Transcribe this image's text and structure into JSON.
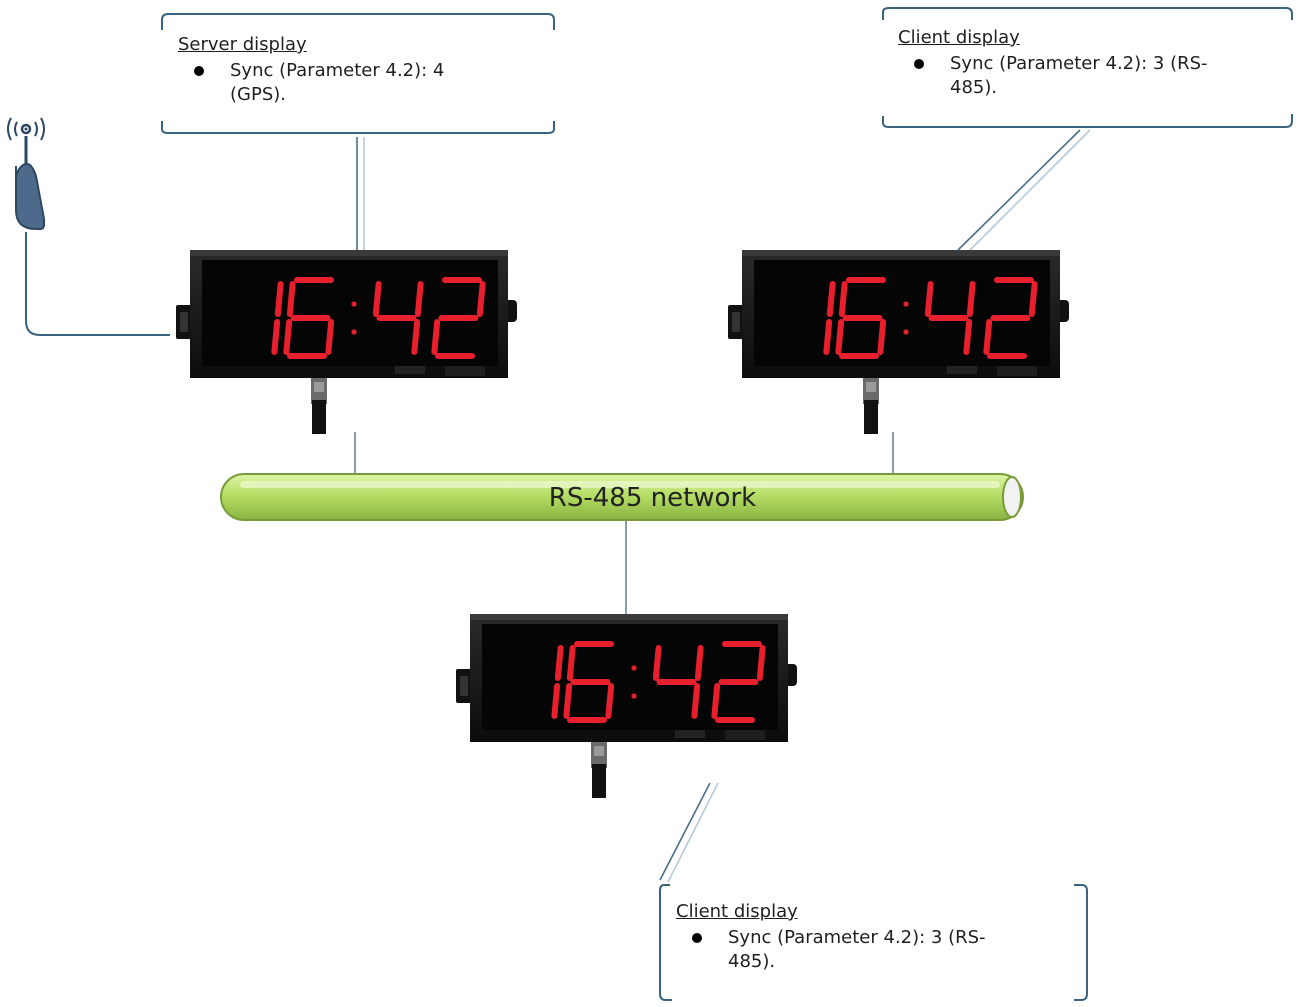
{
  "network": {
    "label": "RS-485 network",
    "tube_color": "#b9e06a",
    "tube_edge": "#7a9b3a"
  },
  "displays": [
    {
      "time": "16:42",
      "segment_color": "#e8202e"
    },
    {
      "time": "16:42",
      "segment_color": "#e8202e"
    },
    {
      "time": "16:42",
      "segment_color": "#e8202e"
    }
  ],
  "callouts": {
    "server": {
      "title": "Server display",
      "line1": "Sync (Parameter 4.2): 4",
      "line2": "(GPS)."
    },
    "client_top": {
      "title": "Client display",
      "line1": "Sync (Parameter 4.2): 3 (RS-",
      "line2": "485)."
    },
    "client_bottom": {
      "title": "Client display",
      "line1": "Sync (Parameter 4.2): 3 (RS-",
      "line2": "485)."
    }
  },
  "icons": {
    "antenna": "gps-antenna-icon"
  },
  "colors": {
    "connector": "#3b6380",
    "callout_border": "#3b6380",
    "leader": "#9cb4c6"
  }
}
